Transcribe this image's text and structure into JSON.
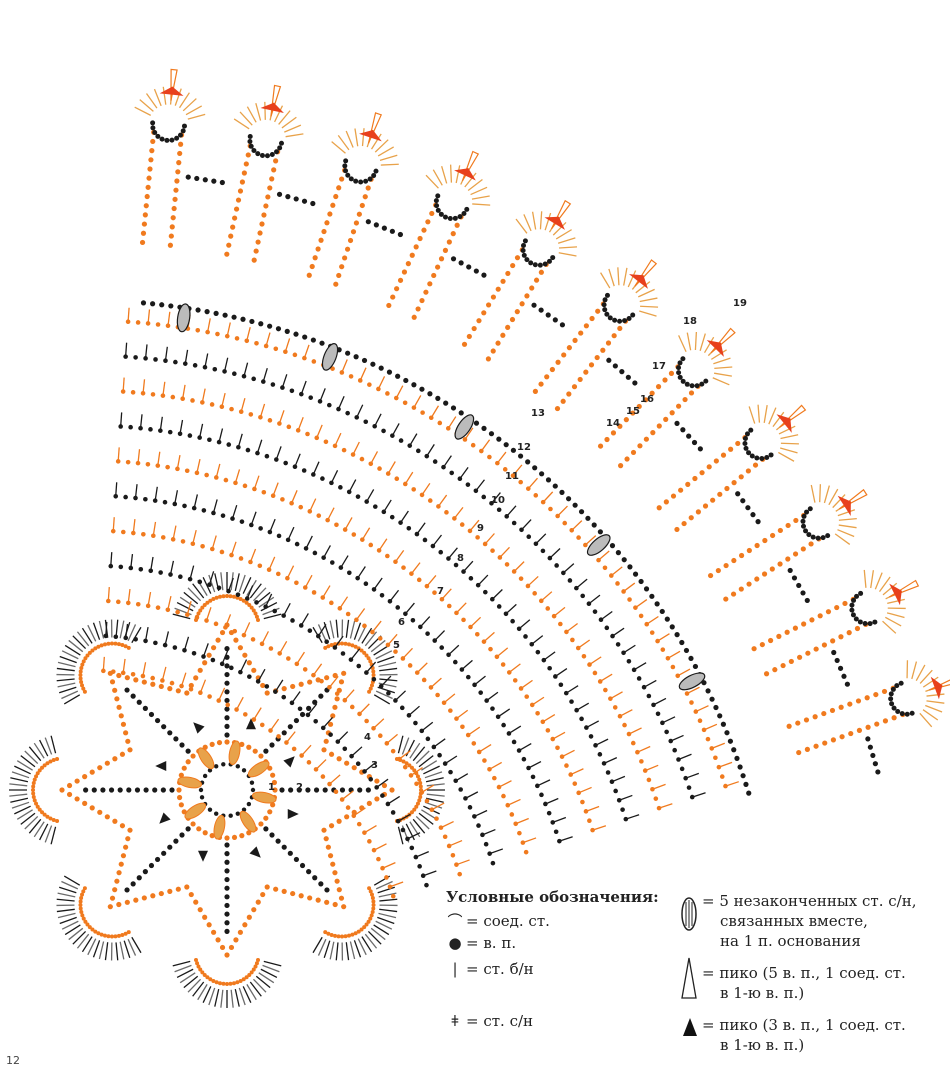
{
  "legend": {
    "title": "Условные обозначения:",
    "items": [
      {
        "symbol": "slip-stitch",
        "text": "= соед. ст."
      },
      {
        "symbol": "chain",
        "text": "= в. п."
      },
      {
        "symbol": "single-crochet",
        "text": "= ст. б/н"
      },
      {
        "symbol": "double-crochet",
        "text": "= ст. с/н"
      }
    ],
    "cluster_lines": [
      "= 5 незаконченных ст. с/н,",
      "связанных вместе,",
      "на 1 п. основания"
    ],
    "picot5_lines": [
      "= пико (5 в. п., 1 соед. ст.",
      "в 1-ю в. п.)"
    ],
    "picot3_lines": [
      "= пико (3 в. п., 1 соед. ст.",
      "в 1-ю в. п.)"
    ]
  },
  "row_numbers": [
    "1",
    "2",
    "3",
    "4",
    "5",
    "6",
    "7",
    "8",
    "9",
    "10",
    "11",
    "12",
    "13",
    "14",
    "15",
    "16",
    "17",
    "18",
    "19"
  ],
  "colors": {
    "orange": "#f07a1e",
    "black": "#1a1a1a",
    "tan": "#e8a24a",
    "red": "#e8401c",
    "gray": "#6b6b6b"
  },
  "page_number": "12"
}
